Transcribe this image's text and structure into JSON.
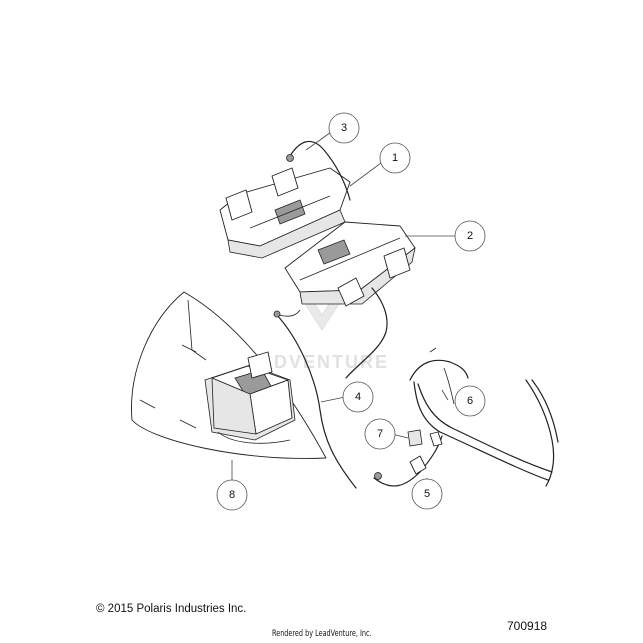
{
  "footer": {
    "copyright": "© 2015 Polaris Industries Inc.",
    "diagram_id": "700918",
    "rendered_by": "Rendered by LeadVenture, Inc."
  },
  "watermark": "LEADVENTURE",
  "callouts": [
    "1",
    "2",
    "3",
    "4",
    "5",
    "6",
    "7",
    "8"
  ]
}
